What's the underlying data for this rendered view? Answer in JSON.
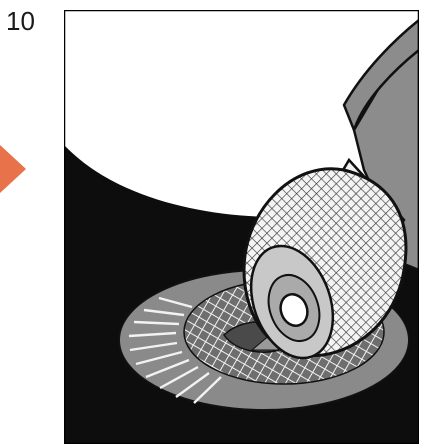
{
  "step": {
    "number": "10"
  },
  "colors": {
    "arrow": "#e8734a",
    "background_dark": "#0d0d0d",
    "tool_body": "#8c8c8c",
    "disc_mesh": "#7a7a7a",
    "frame": "#000000"
  },
  "icons": {
    "step_arrow": "right-pointing-arrow",
    "tool": "rotary-tool-with-mesh-cap",
    "disc": "flap-sanding-disc"
  }
}
